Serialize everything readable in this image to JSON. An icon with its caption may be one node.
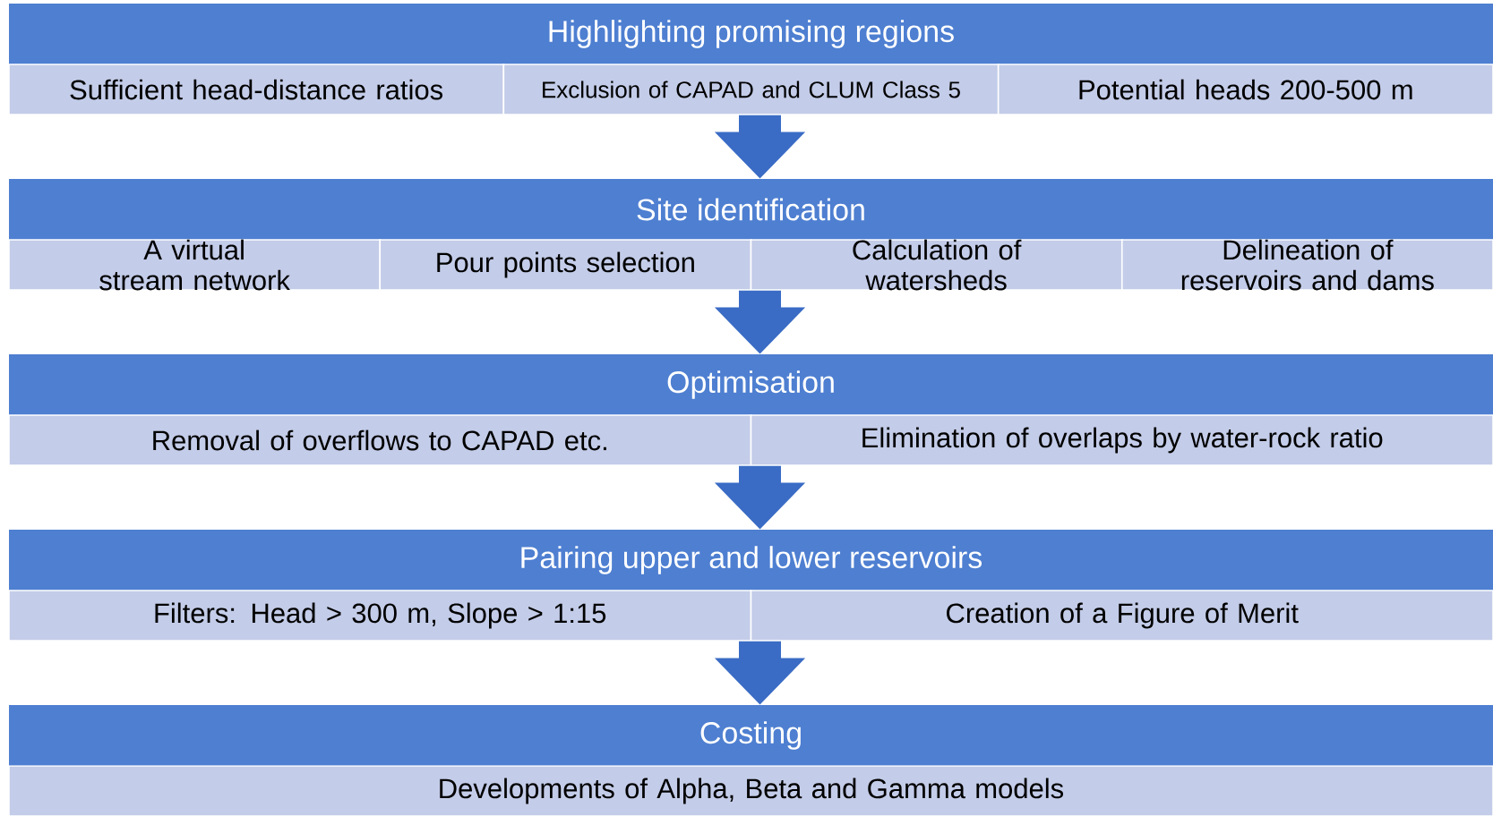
{
  "diagram": {
    "nodes": [
      {
        "text": [
          "Highlighting promising regions"
        ]
      },
      {
        "text": [
          "Sufficient head-distance ratios"
        ]
      },
      {
        "text": [
          "Exclusion of CAPAD and CLUM Class 5"
        ]
      },
      {
        "text": [
          "Potential heads 200-500 m"
        ]
      },
      {
        "text": [
          "Site identification"
        ]
      },
      {
        "text": [
          "A virtual stream network"
        ]
      },
      {
        "text": [
          "Pour points selection"
        ]
      },
      {
        "text": [
          "Calculation of watersheds"
        ]
      },
      {
        "text": [
          "Delineation of reservoirs and dams"
        ]
      },
      {
        "text": [
          "Optimisation"
        ]
      },
      {
        "text": [
          "Removal of overflows to CAPAD etc."
        ]
      },
      {
        "text": [
          "Elimination of overlaps by water-rock ratio"
        ]
      },
      {
        "text": [
          "Pairing upper and lower reservoirs"
        ]
      },
      {
        "text": [
          "Filters: Head > 300 m, Slope > 1:15"
        ]
      },
      {
        "text": [
          "Creation of a Figure of Merit"
        ]
      },
      {
        "text": [
          "Costing"
        ]
      },
      {
        "text": [
          "Developments of Alpha, Beta and Gamma models"
        ]
      }
    ],
    "edges": [
      {
        "from": 2,
        "to": 4,
        "arrow": "to"
      },
      {
        "from": 7,
        "to": 9,
        "arrow": "to"
      },
      {
        "from": 11,
        "to": 12,
        "arrow": "to"
      },
      {
        "from": 14,
        "to": 15,
        "arrow": "to"
      }
    ]
  }
}
